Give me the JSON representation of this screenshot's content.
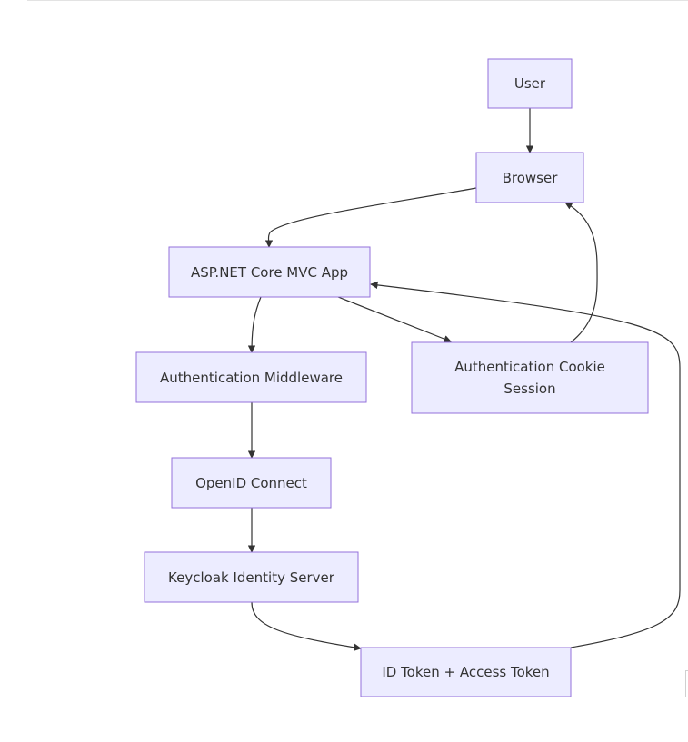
{
  "diagram": {
    "nodes": {
      "user": {
        "label": "User"
      },
      "browser": {
        "label": "Browser"
      },
      "app": {
        "label": "ASP.NET Core MVC App"
      },
      "middleware": {
        "label": "Authentication Middleware"
      },
      "cookie": {
        "label_line1": "Authentication Cookie",
        "label_line2": "Session"
      },
      "oidc": {
        "label": "OpenID Connect"
      },
      "keycloak": {
        "label": "Keycloak Identity Server"
      },
      "tokens": {
        "label": "ID Token + Access Token"
      }
    },
    "edges": [
      {
        "from": "user",
        "to": "browser"
      },
      {
        "from": "browser",
        "to": "app"
      },
      {
        "from": "app",
        "to": "middleware"
      },
      {
        "from": "app",
        "to": "cookie"
      },
      {
        "from": "cookie",
        "to": "browser"
      },
      {
        "from": "middleware",
        "to": "oidc"
      },
      {
        "from": "oidc",
        "to": "keycloak"
      },
      {
        "from": "keycloak",
        "to": "tokens"
      },
      {
        "from": "tokens",
        "to": "app"
      }
    ],
    "colors": {
      "node_fill": "#ececff",
      "node_stroke": "#9370db",
      "edge": "#333333",
      "text": "#333333"
    }
  }
}
